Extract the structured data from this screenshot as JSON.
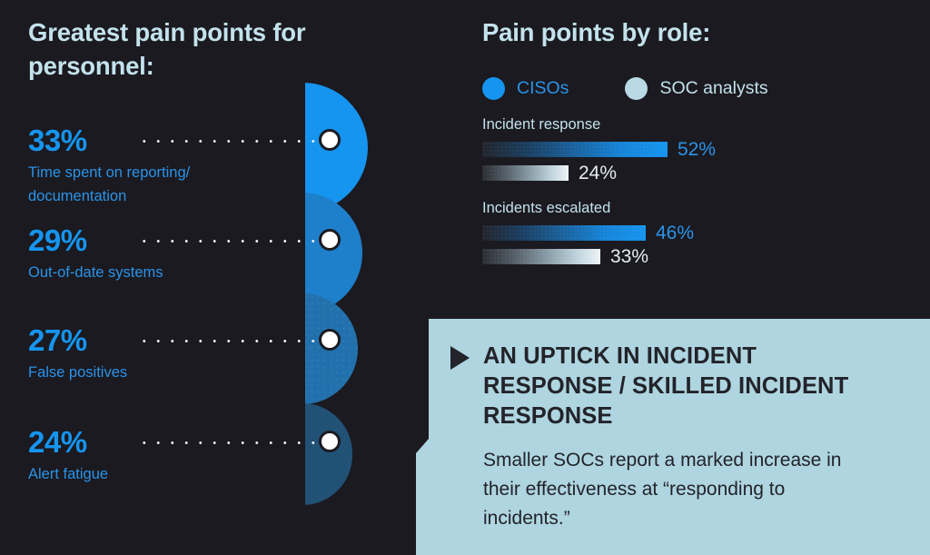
{
  "colors": {
    "background": "#1b1a20",
    "accent_blue": "#1595f0",
    "label_blue": "#2a93e8",
    "pale_blue": "#c3e2ec",
    "callout_bg": "#aed5e0",
    "callout_text": "#23232a",
    "node_white": "#ffffff"
  },
  "left_panel": {
    "heading": "Greatest pain points for personnel:",
    "stats": [
      {
        "percent": "33%",
        "label": "Time spent on reporting/ documentation",
        "arc_color": "#1595f0"
      },
      {
        "percent": "29%",
        "label": "Out-of-date systems",
        "arc_color": "#1e7fcb"
      },
      {
        "percent": "27%",
        "label": "False positives",
        "arc_color": "#2271ac"
      },
      {
        "percent": "24%",
        "label": "Alert fatigue",
        "arc_color": "#225176"
      }
    ]
  },
  "right_panel": {
    "heading": "Pain points by role:",
    "legend": [
      {
        "label": "CISOs",
        "color": "#1595f0",
        "icon": "circle-icon"
      },
      {
        "label": "SOC analysts",
        "color": "#b9d9e4",
        "icon": "circle-icon"
      }
    ]
  },
  "chart_data": {
    "type": "bar",
    "title": "Pain points by role:",
    "orientation": "horizontal",
    "categories": [
      "Incident response",
      "Incidents escalated"
    ],
    "series": [
      {
        "name": "CISOs",
        "color": "#1595f0",
        "values": [
          52,
          46
        ],
        "value_labels": [
          "52%",
          "46%"
        ]
      },
      {
        "name": "SOC analysts",
        "color": "#b9d9e4",
        "values": [
          24,
          33
        ],
        "value_labels": [
          "24%",
          "33%"
        ]
      }
    ],
    "xlabel": "",
    "ylabel": "",
    "xlim": [
      0,
      100
    ],
    "grid": false,
    "legend_position": "top"
  },
  "pain_points_chart": {
    "type": "bar",
    "title": "Greatest pain points for personnel:",
    "categories": [
      "Time spent on reporting/ documentation",
      "Out-of-date systems",
      "False positives",
      "Alert fatigue"
    ],
    "values": [
      33,
      29,
      27,
      24
    ],
    "value_labels": [
      "33%",
      "29%",
      "27%",
      "24%"
    ]
  },
  "callout": {
    "marker_icon": "triangle-right-icon",
    "title": "AN UPTICK IN INCIDENT RESPONSE / SKILLED INCIDENT RESPONSE",
    "body": "Smaller SOCs report a marked increase in their effectiveness at “responding to incidents.”"
  }
}
